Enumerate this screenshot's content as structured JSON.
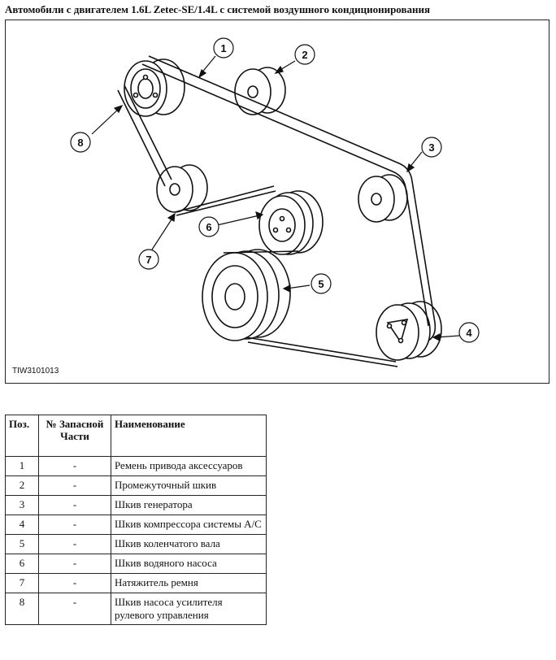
{
  "title": "Автомобили с двигателем 1.6L Zetec-SE/1.4L с системой воздушного кондиционирования",
  "figure": {
    "code": "TIW3101013",
    "callouts": [
      "1",
      "2",
      "3",
      "4",
      "5",
      "6",
      "7",
      "8"
    ]
  },
  "table": {
    "headers": {
      "pos": "Поз.",
      "part_number": "№ Запасной Части",
      "name": "Наименование"
    },
    "rows": [
      {
        "pos": "1",
        "part": "-",
        "name": "Ремень привода аксессуаров"
      },
      {
        "pos": "2",
        "part": "-",
        "name": "Промежуточный шкив"
      },
      {
        "pos": "3",
        "part": "-",
        "name": "Шкив генератора"
      },
      {
        "pos": "4",
        "part": "-",
        "name": "Шкив компрессора системы A/C"
      },
      {
        "pos": "5",
        "part": "-",
        "name": "Шкив коленчатого вала"
      },
      {
        "pos": "6",
        "part": "-",
        "name": "Шкив водяного насоса"
      },
      {
        "pos": "7",
        "part": "-",
        "name": "Натяжитель ремня"
      },
      {
        "pos": "8",
        "part": "-",
        "name": "Шкив насоса усилителя рулевого управления"
      }
    ]
  }
}
